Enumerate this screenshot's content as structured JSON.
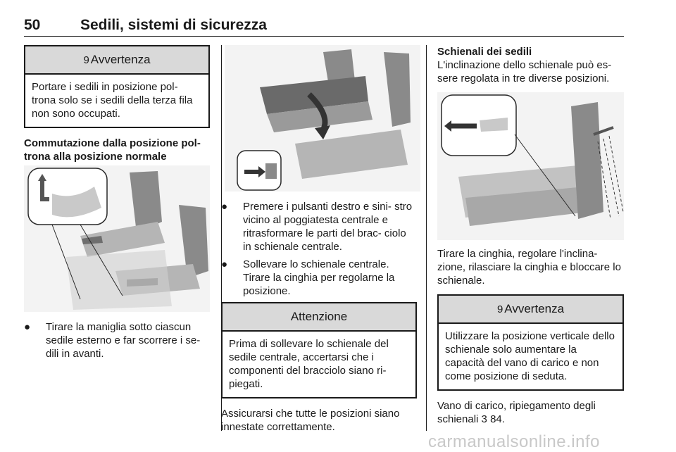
{
  "header": {
    "page_number": "50",
    "chapter": "Sedili, sistemi di sicurezza"
  },
  "col1": {
    "warning": {
      "title": "Avvertenza",
      "icon": "9",
      "text": "Portare i sedili in posizione pol- trona solo se i sedili della terza fila non sono occupati."
    },
    "subheading_line1": "Commutazione dalla posizione pol-",
    "subheading_line2": "trona alla posizione normale",
    "bullet1": "Tirare la maniglia sotto ciascun sedile esterno e far scorrere i se- dili in avanti."
  },
  "col2": {
    "bullet1": "Premere i pulsanti destro e sini- stro vicino al poggiatesta centrale e ritrasformare le parti del brac- ciolo in schienale centrale.",
    "bullet2": "Sollevare lo schienale centrale. Tirare la cinghia per regolarne la posizione.",
    "caution": {
      "title": "Attenzione",
      "text": "Prima di sollevare lo schienale del sedile centrale, accertarsi che i componenti del bracciolo siano ri- piegati."
    },
    "closing": "Assicurarsi che tutte le posizioni siano innestate correttamente."
  },
  "col3": {
    "subheading": "Schienali dei sedili",
    "intro": "L'inclinazione dello schienale può es- sere regolata in tre diverse posizioni.",
    "instruction": "Tirare la cinghia, regolare l'inclina- zione, rilasciare la cinghia e bloccare lo schienale.",
    "warning": {
      "title": "Avvertenza",
      "icon": "9",
      "text": "Utilizzare la posizione verticale dello schienale solo aumentare la capacità del vano di carico e non come posizione di seduta."
    },
    "reference_text": "Vano di carico, ripiegamento degli schienali",
    "reference_arrow": "3",
    "reference_page": "84."
  },
  "footer": "carmanualsonline.info"
}
